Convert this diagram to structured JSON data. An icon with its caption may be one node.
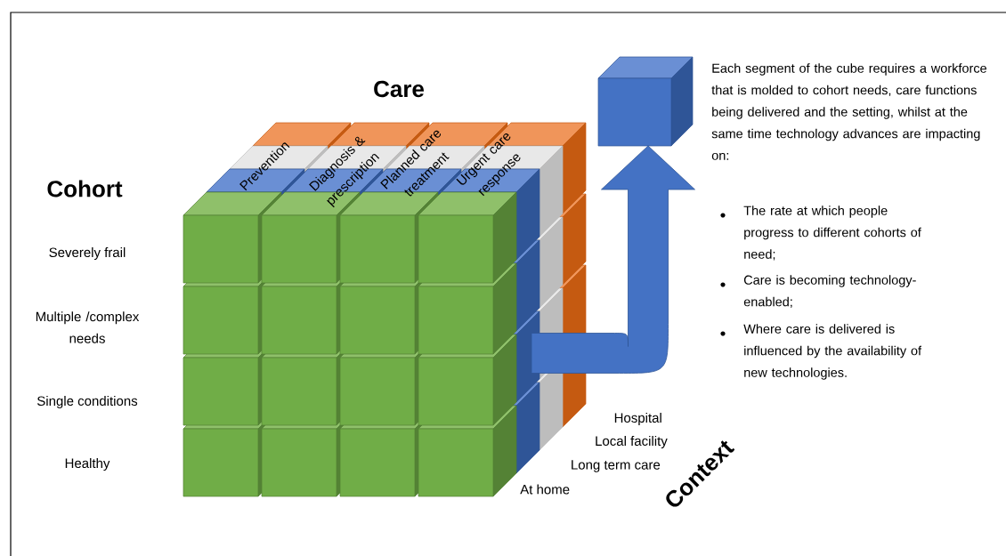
{
  "diagram": {
    "nodes": [
      {
        "text": [],
        "shape": "cube"
      },
      {
        "text": [],
        "shape": "cube"
      }
    ],
    "edges": [
      {
        "from": 0,
        "to": 1,
        "arrow": "to",
        "style": "thick",
        "color": "#4472c4"
      }
    ],
    "labels": [
      "Care",
      "Cohort",
      "Prevention",
      "Diagnosis & prescription",
      "Planned care treatment",
      "Urgent care response",
      "Severely frail",
      "Multiple /complex needs",
      "Single conditions",
      "Healthy",
      "Hospital",
      "Local facility",
      "Long term care",
      "At home",
      "Context",
      "Each segment of the cube requires a workforce that is molded to cohort needs, care functions being delivered and the setting, whilst at the same time technology advances are impacting on:",
      "The rate at which people progress to different cohorts of need;",
      "Care is becoming technology-enabled;",
      "Where care is delivered is influenced by the availability of new technologies."
    ]
  }
}
